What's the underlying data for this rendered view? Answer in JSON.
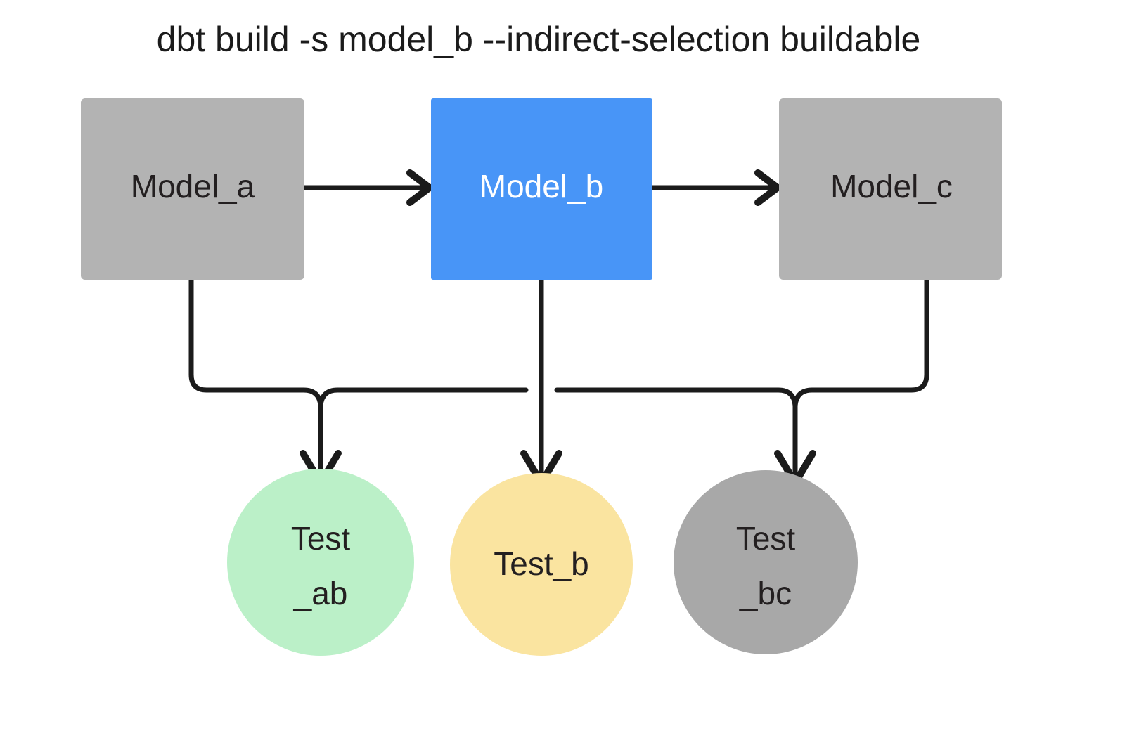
{
  "title": {
    "text": "dbt build -s model_b --indirect-selection buildable"
  },
  "colors": {
    "gray": "#b3b3b3",
    "blue": "#4895f7",
    "green": "#bbf0c8",
    "yellow": "#fae4a0",
    "line": "#1b1b1b",
    "text_dark": "#231f20",
    "text_light": "#ffffff",
    "background": "#ffffff"
  },
  "models": [
    {
      "id": "model_a",
      "label": "Model_a",
      "fill": "gray",
      "selected": false
    },
    {
      "id": "model_b",
      "label": "Model_b",
      "fill": "blue",
      "selected": true
    },
    {
      "id": "model_c",
      "label": "Model_c",
      "fill": "gray",
      "selected": false
    }
  ],
  "tests": [
    {
      "id": "test_ab",
      "label_line1": "Test",
      "label_line2": "_ab",
      "fill": "green",
      "selected": true
    },
    {
      "id": "test_b",
      "label_line1": "Test_b",
      "label_line2": "",
      "fill": "yellow",
      "selected": true
    },
    {
      "id": "test_bc",
      "label_line1": "Test",
      "label_line2": "_bc",
      "fill": "gray",
      "selected": false
    }
  ],
  "edges": [
    {
      "id": "model_a-to-model_b",
      "from": "model_a",
      "to": "model_b",
      "kind": "horizontal"
    },
    {
      "id": "model_b-to-model_c",
      "from": "model_b",
      "to": "model_c",
      "kind": "horizontal"
    },
    {
      "id": "model_a-to-test_ab",
      "from": "model_a",
      "to": "test_ab",
      "kind": "elbow"
    },
    {
      "id": "model_b-to-test_ab",
      "from": "model_b",
      "to": "test_ab",
      "kind": "elbow"
    },
    {
      "id": "model_b-to-test_b",
      "from": "model_b",
      "to": "test_b",
      "kind": "straight"
    },
    {
      "id": "model_b-to-test_bc",
      "from": "model_b",
      "to": "test_bc",
      "kind": "elbow"
    },
    {
      "id": "model_c-to-test_bc",
      "from": "model_c",
      "to": "test_bc",
      "kind": "elbow"
    }
  ]
}
